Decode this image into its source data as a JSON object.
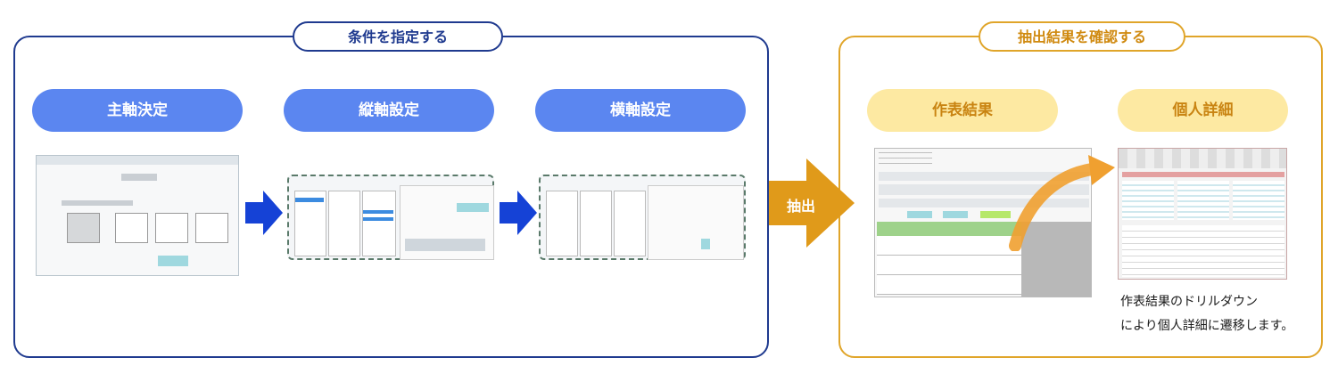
{
  "left_section": {
    "title": "条件を指定する"
  },
  "right_section": {
    "title": "抽出結果を確認する"
  },
  "steps": [
    {
      "label": "主軸決定"
    },
    {
      "label": "縦軸設定"
    },
    {
      "label": "横軸設定"
    }
  ],
  "extract": {
    "label": "抽出"
  },
  "results": [
    {
      "label": "作表結果"
    },
    {
      "label": "個人詳細"
    }
  ],
  "note": {
    "line1": "作表結果のドリルダウン",
    "line2": "により個人詳細に遷移します。"
  },
  "colors": {
    "navy": "#1f3a8f",
    "blue_pill": "#5b86f0",
    "gold": "#e0a52a",
    "pale_yellow": "#fde9a2",
    "arrow_blue": "#1542d6",
    "arrow_gold": "#e09a1a"
  }
}
